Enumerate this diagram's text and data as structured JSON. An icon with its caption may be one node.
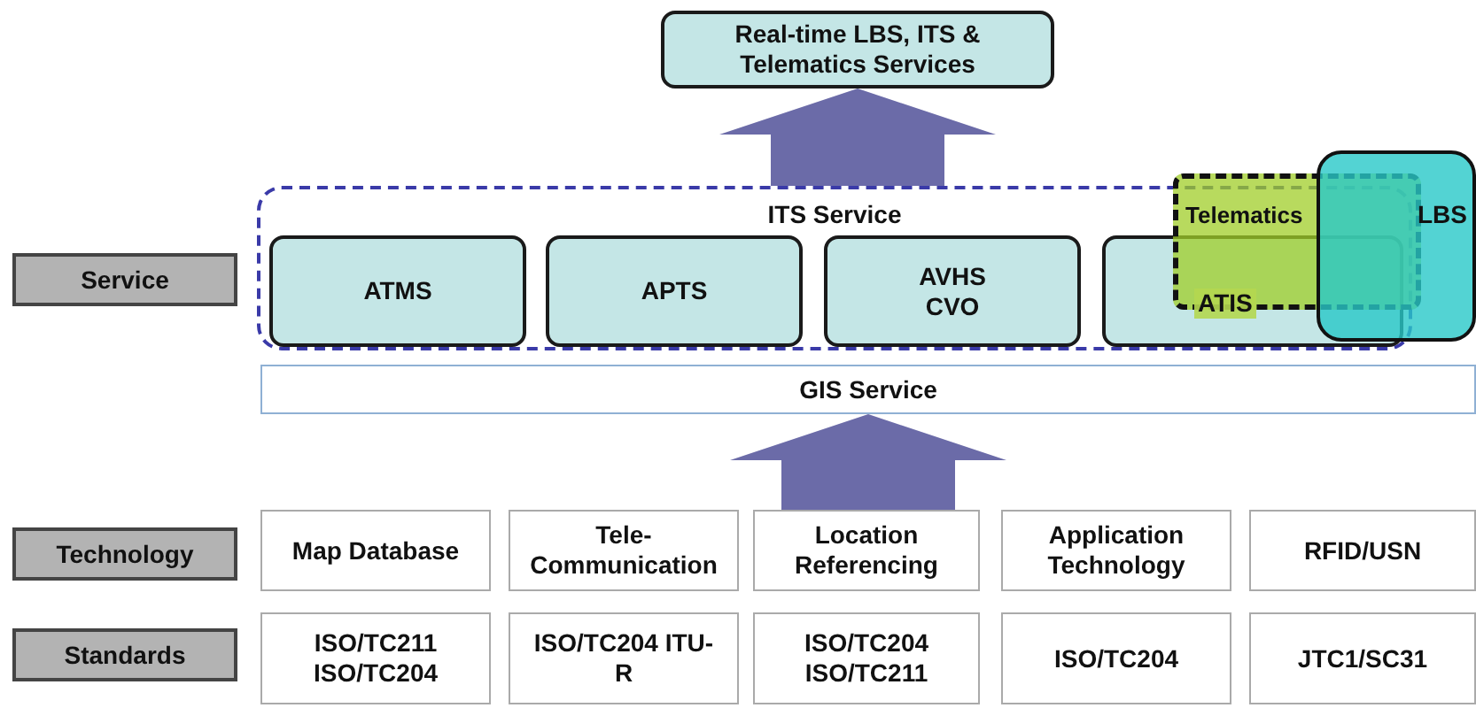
{
  "diagram": {
    "nodes": [
      {
        "text": [
          "Real-time LBS, ITS & Telematics Services"
        ]
      },
      {
        "text": [
          "Service"
        ]
      },
      {
        "text": [
          "ITS Service"
        ]
      },
      {
        "text": [
          "ATMS"
        ],
        "in": 2
      },
      {
        "text": [
          "APTS"
        ],
        "in": 2
      },
      {
        "text": [
          "AVHS CVO"
        ],
        "in": 2
      },
      {
        "text": [
          "ATIS"
        ],
        "in": 2
      },
      {
        "text": [
          "Telematics"
        ]
      },
      {
        "text": [
          "LBS"
        ]
      },
      {
        "text": [
          "GIS Service"
        ]
      },
      {
        "text": [
          "Technology"
        ]
      },
      {
        "text": [
          "Map Database"
        ]
      },
      {
        "text": [
          "Tele- Communication"
        ]
      },
      {
        "text": [
          "Location Referencing"
        ]
      },
      {
        "text": [
          "Application Technology"
        ]
      },
      {
        "text": [
          "RFID/USN"
        ]
      },
      {
        "text": [
          "Standards"
        ]
      },
      {
        "text": [
          "ISO/TC211 ISO/TC204"
        ]
      },
      {
        "text": [
          "ISO/TC204 ITU-R"
        ]
      },
      {
        "text": [
          "ISO/TC204 ISO/TC211"
        ]
      },
      {
        "text": [
          "ISO/TC204"
        ]
      },
      {
        "text": [
          "JTC1/SC31"
        ]
      }
    ],
    "edges": [
      {
        "from": 2,
        "to": 0,
        "arrow": "to"
      },
      {
        "from": 13,
        "to": 9,
        "arrow": "to"
      }
    ]
  }
}
